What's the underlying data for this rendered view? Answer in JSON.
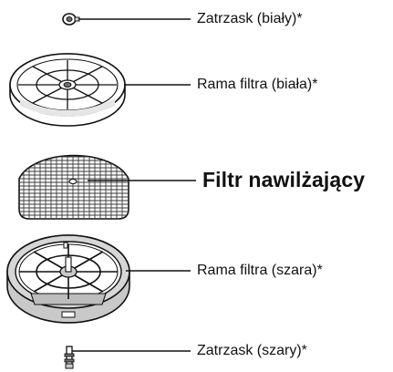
{
  "parts": [
    {
      "id": "clip-white",
      "label": "Zatrzask (biały)*",
      "emphasized": false
    },
    {
      "id": "frame-white",
      "label": "Rama filtra (biała)*",
      "emphasized": false
    },
    {
      "id": "humidifying-filter",
      "label": "Filtr nawilżający",
      "emphasized": true
    },
    {
      "id": "frame-gray",
      "label": "Rama filtra (szara)*",
      "emphasized": false
    },
    {
      "id": "clip-gray",
      "label": "Zatrzask (szary)*",
      "emphasized": false
    }
  ],
  "colors": {
    "line": "#111111",
    "white_part_fill": "#ffffff",
    "gray_part_fill": "#c9c9c9",
    "dark_part_fill": "#6f6f6f",
    "filter_mesh": "#3a3a3a"
  }
}
